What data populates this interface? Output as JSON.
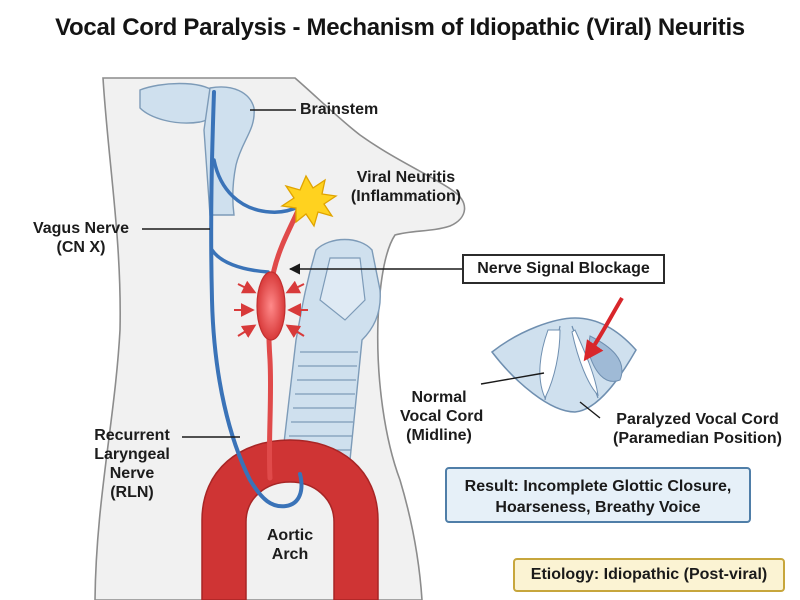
{
  "title": "Vocal Cord Paralysis - Mechanism of Idiopathic (Viral) Neuritis",
  "labels": {
    "brainstem": "Brainstem",
    "viral_neuritis": [
      "Viral Neuritis",
      "(Inflammation)"
    ],
    "vagus_nerve": [
      "Vagus Nerve",
      "(CN X)"
    ],
    "nerve_signal_blockage": "Nerve Signal Blockage",
    "normal_vocal_cord": [
      "Normal",
      "Vocal Cord",
      "(Midline)"
    ],
    "paralyzed_vocal_cord": [
      "Paralyzed Vocal Cord",
      "(Paramedian Position)"
    ],
    "recurrent_laryngeal_nerve": [
      "Recurrent",
      "Laryngeal",
      "Nerve",
      "(RLN)"
    ],
    "aortic_arch": [
      "Aortic",
      "Arch"
    ]
  },
  "result_box": [
    "Result: Incomplete Glottic Closure,",
    "Hoarseness, Breathy Voice"
  ],
  "etiology_box": "Etiology: Idiopathic (Post-viral)",
  "colors": {
    "nerve_blue": "#3a73b8",
    "nerve_red": "#e04a4a",
    "aorta_red": "#cf3434",
    "tissue_blue": "#cfe0ee",
    "skin": "#f2f2f2",
    "outline": "#8a8a8a",
    "star_yellow": "#ffd21f",
    "result_bg": "#e6f0f8",
    "etiology_bg": "#fbf3d3"
  }
}
